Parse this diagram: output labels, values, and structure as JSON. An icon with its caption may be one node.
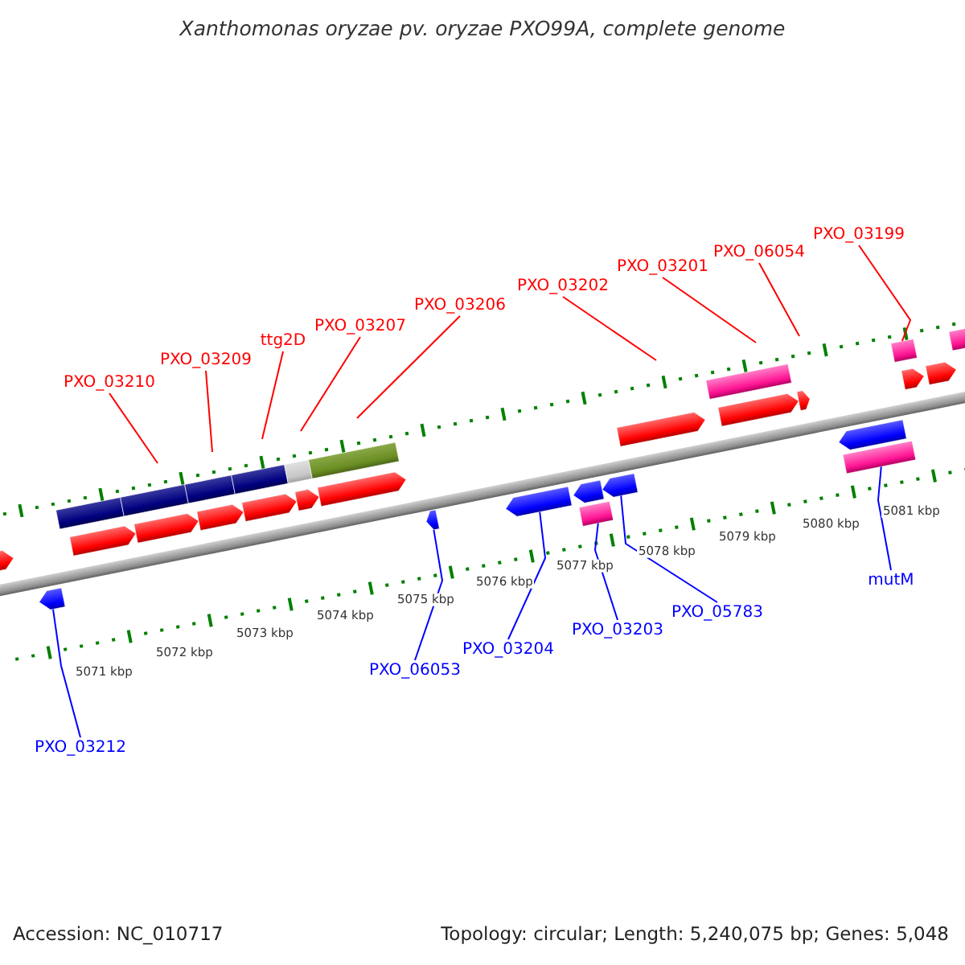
{
  "diagram": {
    "title": "Xanthomonas oryzae pv. oryzae PXO99A, complete genome",
    "nodes": [
      {
        "text": [
          "PXO_03210"
        ]
      },
      {
        "text": [
          "PXO_03209"
        ]
      },
      {
        "text": [
          "ttg2D"
        ]
      },
      {
        "text": [
          "PXO_03207"
        ]
      },
      {
        "text": [
          "PXO_03206"
        ]
      },
      {
        "text": [
          "PXO_03202"
        ]
      },
      {
        "text": [
          "PXO_03201"
        ]
      },
      {
        "text": [
          "PXO_06054"
        ]
      },
      {
        "text": [
          "PXO_03199"
        ]
      },
      {
        "text": [
          "PXO_03212"
        ]
      },
      {
        "text": [
          "PXO_06053"
        ]
      },
      {
        "text": [
          "PXO_03204"
        ]
      },
      {
        "text": [
          "PXO_03203"
        ]
      },
      {
        "text": [
          "PXO_05783"
        ]
      },
      {
        "text": [
          "mutM"
        ]
      },
      {
        "text": [],
        "shape": "pentagon"
      },
      {
        "text": [],
        "shape": "pentagon"
      },
      {
        "text": [],
        "shape": "bar"
      },
      {
        "text": [],
        "shape": "pentagon"
      },
      {
        "text": [],
        "shape": "bar"
      },
      {
        "text": [],
        "shape": "pentagon"
      },
      {
        "text": [],
        "shape": "bar"
      },
      {
        "text": [],
        "shape": "pentagon"
      },
      {
        "text": [],
        "shape": "bar"
      },
      {
        "text": [],
        "shape": "pentagon"
      },
      {
        "text": [],
        "shape": "bar"
      },
      {
        "text": [],
        "shape": "pentagon"
      },
      {
        "text": [],
        "shape": "bar"
      },
      {
        "text": [],
        "shape": "pentagon"
      },
      {
        "text": [],
        "shape": "pentagon"
      },
      {
        "text": [],
        "shape": "pentagon"
      },
      {
        "text": [],
        "shape": "pentagon"
      },
      {
        "text": [],
        "shape": "bar"
      },
      {
        "text": [],
        "shape": "pentagon"
      },
      {
        "text": [],
        "shape": "pentagon"
      },
      {
        "text": [],
        "shape": "bar"
      },
      {
        "text": [],
        "shape": "pentagon"
      },
      {
        "text": [],
        "shape": "pentagon"
      },
      {
        "text": [],
        "shape": "pentagon"
      },
      {
        "text": [],
        "shape": "bar"
      },
      {
        "text": [],
        "shape": "bar"
      },
      {
        "text": [],
        "shape": "pentagon"
      },
      {
        "text": [],
        "shape": "pentagon"
      },
      {
        "text": [],
        "shape": "bar"
      }
    ],
    "edges": [
      {
        "from": 0,
        "to": null,
        "arrow": "none"
      },
      {
        "from": 1,
        "to": null,
        "arrow": "none"
      },
      {
        "from": 2,
        "to": null,
        "arrow": "none"
      },
      {
        "from": 3,
        "to": null,
        "arrow": "none"
      },
      {
        "from": 4,
        "to": null,
        "arrow": "none"
      },
      {
        "from": 5,
        "to": null,
        "arrow": "none"
      },
      {
        "from": 6,
        "to": null,
        "arrow": "none"
      },
      {
        "from": 7,
        "to": null,
        "arrow": "none"
      },
      {
        "from": 8,
        "to": 40,
        "arrow": "none"
      },
      {
        "from": 9,
        "to": 16,
        "arrow": "none",
        "color": "#0000ff"
      },
      {
        "from": 10,
        "to": 29,
        "arrow": "none",
        "color": "#0000ff"
      },
      {
        "from": 11,
        "to": 30,
        "arrow": "none",
        "color": "#0000ff"
      },
      {
        "from": 12,
        "to": 32,
        "arrow": "none",
        "color": "#0000ff"
      },
      {
        "from": 13,
        "to": 33,
        "arrow": "none",
        "color": "#0000ff"
      },
      {
        "from": 14,
        "to": 39,
        "arrow": "none",
        "color": "#0000ff"
      }
    ],
    "labels": [
      "5071 kbp",
      "5072 kbp",
      "5073 kbp",
      "5074 kbp",
      "5075 kbp",
      "5076 kbp",
      "5077 kbp",
      "5078 kbp",
      "5079 kbp",
      "5080 kbp",
      "5081 kbp",
      "Accession: NC_010717",
      "Topology: circular; Length: 5,240,075 bp; Genes: 5,048"
    ]
  }
}
